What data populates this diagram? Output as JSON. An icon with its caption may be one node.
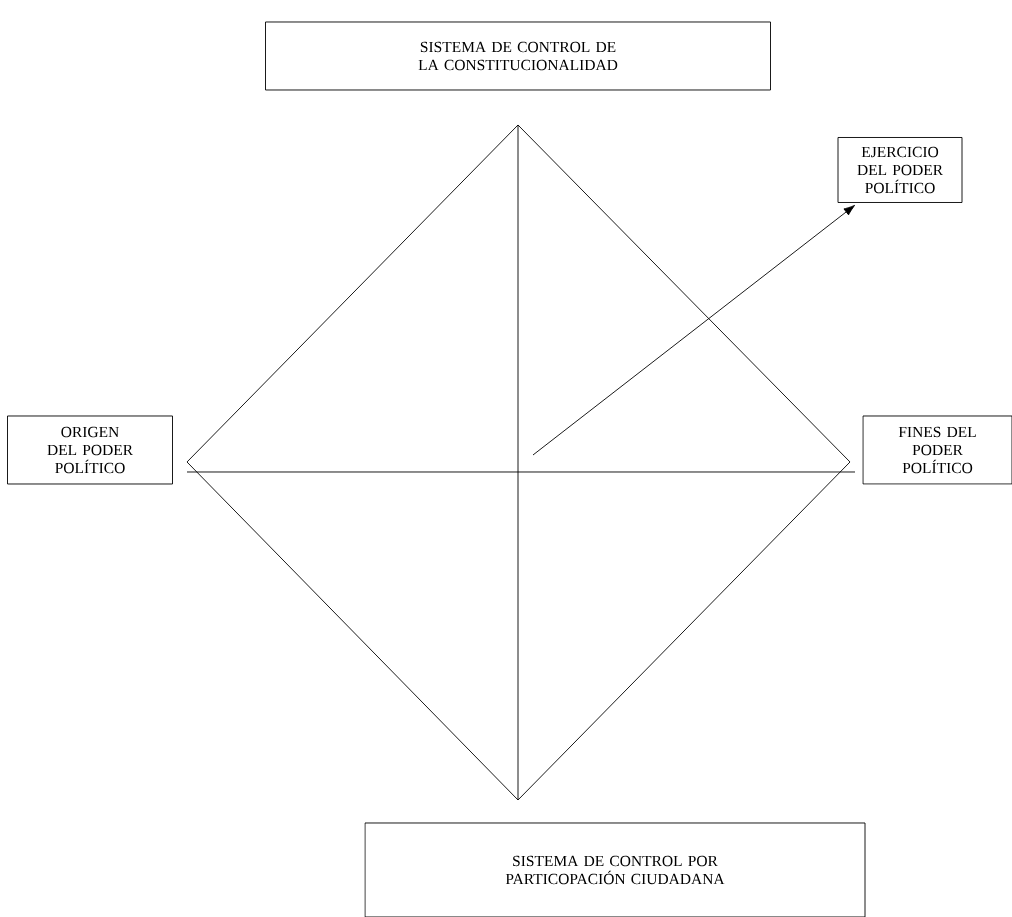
{
  "diagram": {
    "nodes": [
      {
        "text": [
          "SISTEMA DE CONTROL DE LA CONSTITUCIONALIDAD"
        ]
      },
      {
        "text": [
          "EJERCICIO DEL PODER POLÍTICO"
        ]
      },
      {
        "text": [
          "ORIGEN DEL PODER POLÍTICO"
        ]
      },
      {
        "text": [
          "FINES DEL PODER POLÍTICO"
        ]
      },
      {
        "text": [
          "SISTEMA DE CONTROL POR PARTICOPACIÓN CIUDADANA"
        ]
      }
    ],
    "edges": [
      {
        "from": null,
        "to": 1,
        "arrow": "to"
      }
    ]
  }
}
